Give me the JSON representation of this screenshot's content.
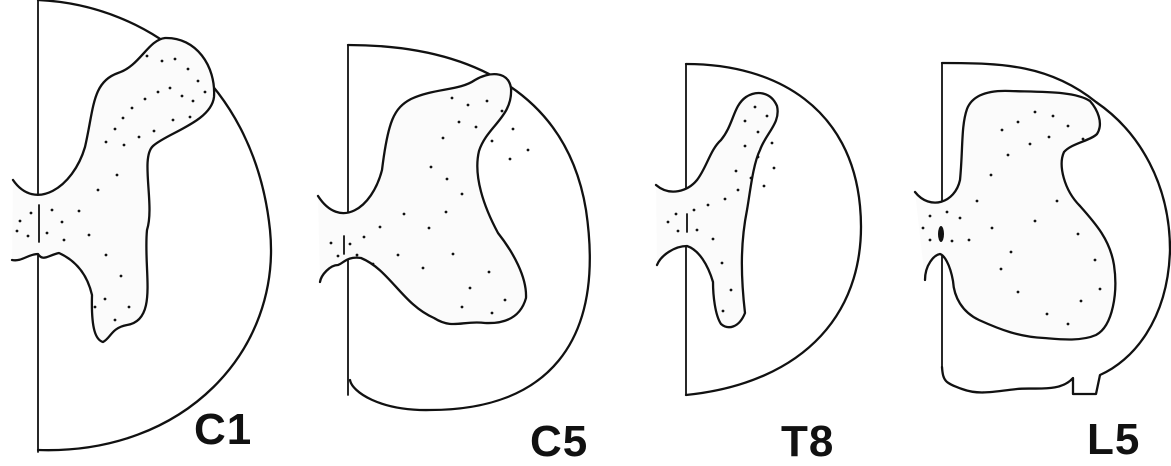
{
  "sections": [
    {
      "label": "C1"
    },
    {
      "label": "C5"
    },
    {
      "label": "T8"
    },
    {
      "label": "L5"
    }
  ]
}
